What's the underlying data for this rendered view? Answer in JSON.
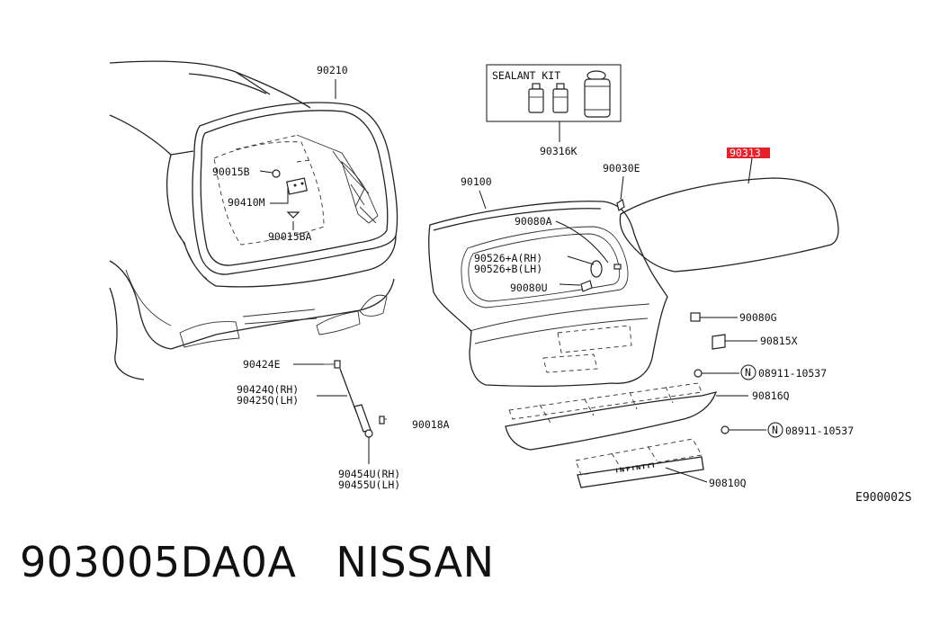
{
  "labels": {
    "p90210": "90210",
    "sealant_kit": "SEALANT KIT",
    "p90316K": "90316K",
    "p90015B": "90015B",
    "p90410M": "90410M",
    "p90015BA": "90015BA",
    "p90030E": "90030E",
    "p90100": "90100",
    "p90313": "90313",
    "p90080A": "90080A",
    "p90526A": "90526+A(RH)",
    "p90526B": "90526+B(LH)",
    "p90080U": "90080U",
    "p90080G": "90080G",
    "p90815X": "90815X",
    "p08911_a": "08911-10537",
    "p90816Q": "90816Q",
    "p08911_b": "08911-10537",
    "p90810Q": "90810Q",
    "p90424E": "90424E",
    "p90424Q": "90424Q(RH)",
    "p90425Q": "90425Q(LH)",
    "p90018A": "90018A",
    "p90454U": "90454U(RH)",
    "p90455U": "90455U(LH)",
    "circle_n": "N",
    "diagram_id": "E900002S",
    "garnish_text": "INFINITI"
  },
  "highlight_color": "#e8202a",
  "footer": {
    "part_number": "903005DA0A",
    "brand": "NISSAN"
  }
}
